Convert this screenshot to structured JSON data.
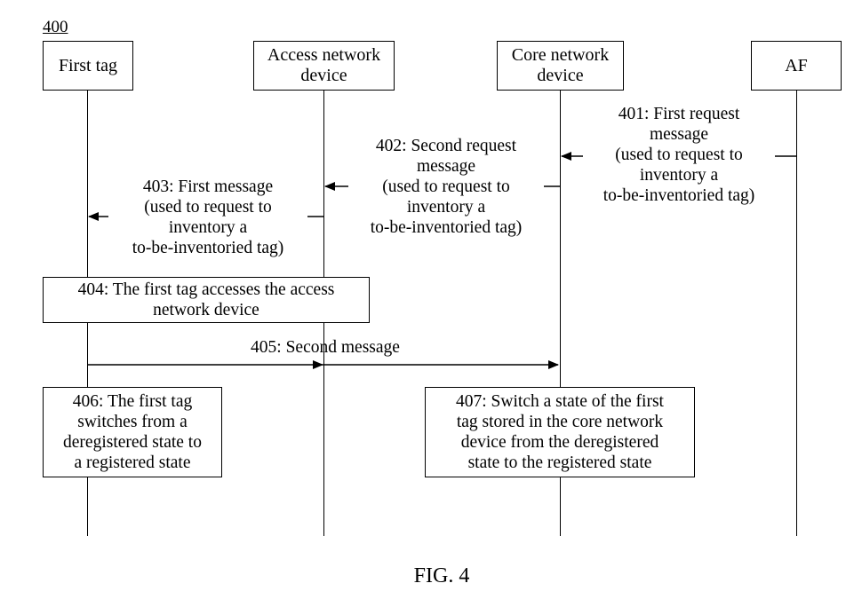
{
  "figure": {
    "number": "400",
    "caption": "FIG. 4"
  },
  "actors": [
    {
      "id": "first_tag",
      "lines": [
        "First tag"
      ]
    },
    {
      "id": "access_network_device",
      "lines": [
        "Access network",
        "device"
      ]
    },
    {
      "id": "core_network_device",
      "lines": [
        "Core network",
        "device"
      ]
    },
    {
      "id": "af",
      "lines": [
        "AF"
      ]
    }
  ],
  "messages": {
    "m401": {
      "lines": [
        "401: First request",
        "message",
        "(used to request to",
        "inventory a",
        "to-be-inventoried tag)"
      ]
    },
    "m402": {
      "lines": [
        "402: Second request",
        "message",
        "(used to request to",
        "inventory a",
        "to-be-inventoried tag)"
      ]
    },
    "m403": {
      "lines": [
        "403: First message",
        "(used to request to",
        "inventory a",
        "to-be-inventoried tag)"
      ]
    },
    "m405": {
      "lines": [
        "405: Second message"
      ]
    }
  },
  "steps": {
    "s404": {
      "lines": [
        "404: The first tag accesses the access",
        "network device"
      ]
    },
    "s406": {
      "lines": [
        "406: The first tag",
        "switches from a",
        "deregistered state to",
        "a registered state"
      ]
    },
    "s407": {
      "lines": [
        "407: Switch a state of the first",
        "tag stored in the core network",
        "device from the deregistered",
        "state to the registered state"
      ]
    }
  }
}
